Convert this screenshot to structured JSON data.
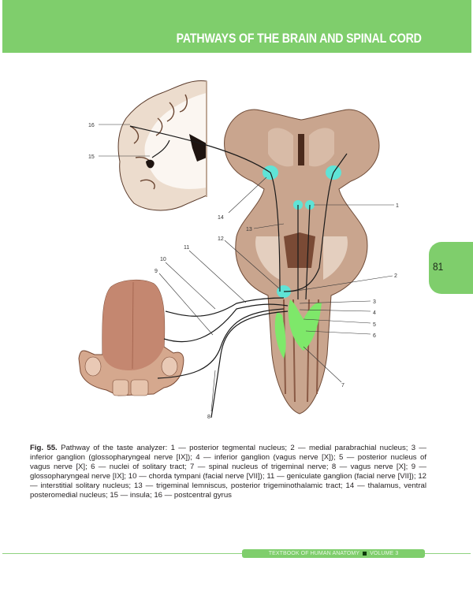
{
  "header": {
    "title": "PATHWAYS OF THE BRAIN AND SPINAL CORD",
    "band_color": "#7fce6c"
  },
  "page": {
    "number": "81"
  },
  "figure": {
    "labels": [
      "1",
      "2",
      "3",
      "4",
      "5",
      "6",
      "7",
      "8",
      "9",
      "10",
      "11",
      "12",
      "13",
      "14",
      "15",
      "16"
    ],
    "nucleus_highlight_color": "#5fe3d6",
    "solitary_tract_color": "#7ee86a"
  },
  "caption": {
    "fig_label": "Fig. 55.",
    "text": " Pathway of the taste analyzer: 1 — posterior tegmental nucleus; 2 — medial parabrachial nucleus; 3 — inferior ganglion (glossopharyngeal nerve [IX]); 4 — inferior ganglion (vagus nerve [X]); 5 — posterior nucleus of vagus nerve [X]; 6 — nuclei of solitary tract; 7 — spinal nucleus of trigeminal nerve; 8 — vagus nerve [X]; 9 — glossopharyngeal nerve [IX]; 10 — chorda tympani (facial nerve [VII]); 11 — geniculate ganglion (facial nerve [VII]); 12 — interstitial solitary nucleus; 13 — trigeminal lemniscus, posterior trigeminothalamic tract; 14 — thalamus, ventral posteromedial nucleus; 15 — insula; 16 — postcentral gyrus"
  },
  "footer": {
    "book": "TEXTBOOK OF HUMAN ANATOMY",
    "volume": "VOLUME 3"
  }
}
